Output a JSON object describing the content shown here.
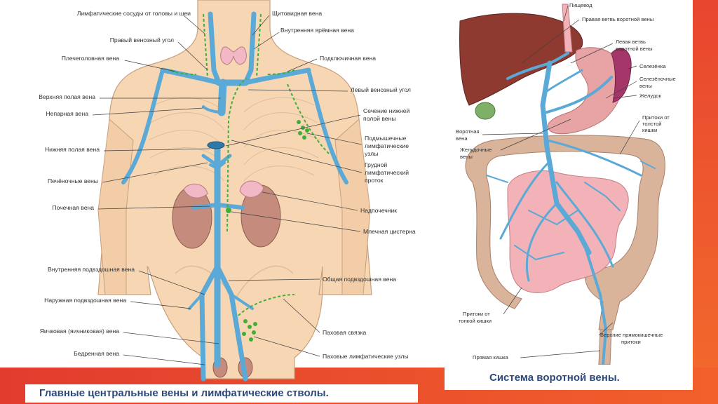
{
  "colors": {
    "skin": "#f6d6b3",
    "skin_outline": "#c8a07e",
    "vein": "#5aa9d6",
    "vein_dark": "#2f78a8",
    "lymph": "#3faf3a",
    "kidney": "#c58b7c",
    "adrenal": "#f2b8c6",
    "liver": "#8e3a31",
    "spleen": "#a4366a",
    "gallbladder": "#7fb068",
    "stomach": "#e8a3a5",
    "colon": "#d9b49a",
    "intestine": "#f2b2b8",
    "accent": "#e8462f",
    "caption": "#2e4a7a"
  },
  "left_diagram": {
    "labels_left": [
      "Лимфатические сосуды от головы и шеи",
      "Правый венозный угол",
      "Плечеголовная вена",
      "Верхняя полая вена",
      "Непарная вена",
      "Нижняя полая вена",
      "Печёночные вены",
      "Почечная вена",
      "Внутренняя подвздошная вена",
      "Наружная подвздошная вена",
      "Яичковая (яичниковая) вена",
      "Бедренная вена"
    ],
    "labels_right": [
      "Щитовидная вена",
      "Внутренняя ярёмная вена",
      "Подключичная вена",
      "Левый венозный угол",
      "Сечение нижней",
      "полой вены",
      "Подмышечные",
      "лимфатические",
      "узлы",
      "Грудной",
      "лимфатический",
      "проток",
      "Надпочечник",
      "Млечная цистерна",
      "Общая подвздошная вена",
      "Паховая связка",
      "Паховые лимфатические узлы"
    ],
    "caption": "Главные центральные вены и лимфатические стволы."
  },
  "right_diagram": {
    "labels": [
      "Пищевод",
      "Правая ветвь воротной вены",
      "Левая ветвь",
      "воротной вены",
      "Селезёнка",
      "Селезёночные",
      "вены",
      "Желудок",
      "Притоки от",
      "толстой",
      "кишки",
      "Воротная",
      "вена",
      "Желудочные",
      "вены",
      "Притоки от",
      "тонкой кишки",
      "Верхние прямокишечные",
      "притоки",
      "Прямая кишка"
    ],
    "caption": "Система воротной вены."
  }
}
